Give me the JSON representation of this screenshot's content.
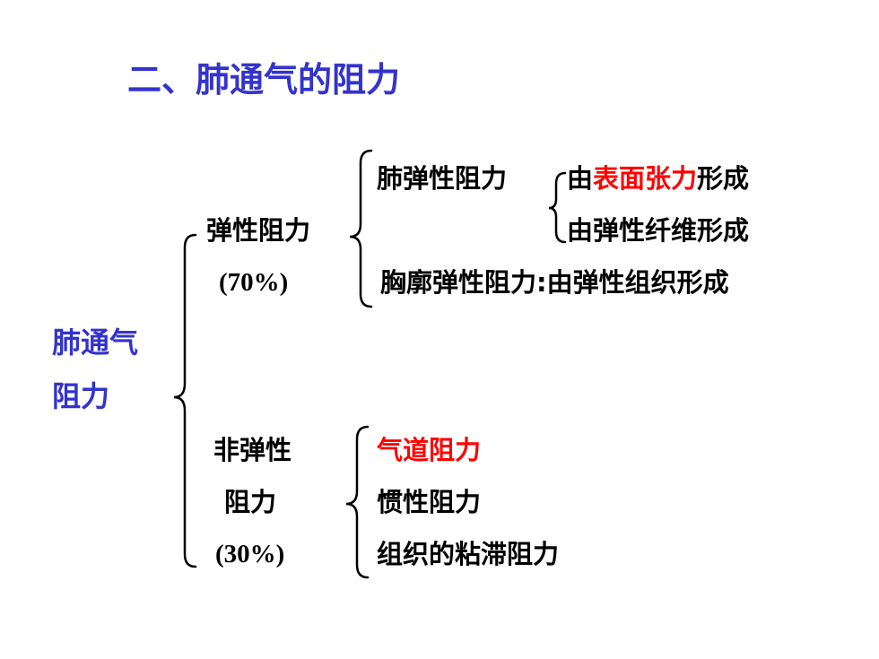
{
  "title": "二、肺通气的阻力",
  "root": {
    "line1": "肺通气",
    "line2": "阻力"
  },
  "elastic": {
    "label": "弹性阻力",
    "percent": "(70%)",
    "lung": {
      "label": "肺弹性阻力",
      "item1_prefix": "由",
      "item1_highlight": "表面张力",
      "item1_suffix": "形成",
      "item2": "由弹性纤维形成"
    },
    "chest": "胸廓弹性阻力:由弹性组织形成"
  },
  "inelastic": {
    "label_line1": "非弹性",
    "label_line2": "阻力",
    "percent": "(30%)",
    "items": [
      "气道阻力",
      "惯性阻力",
      "组织的粘滞阻力"
    ]
  },
  "colors": {
    "title": "#3333cc",
    "highlight": "#ff0000",
    "text": "#000000"
  }
}
